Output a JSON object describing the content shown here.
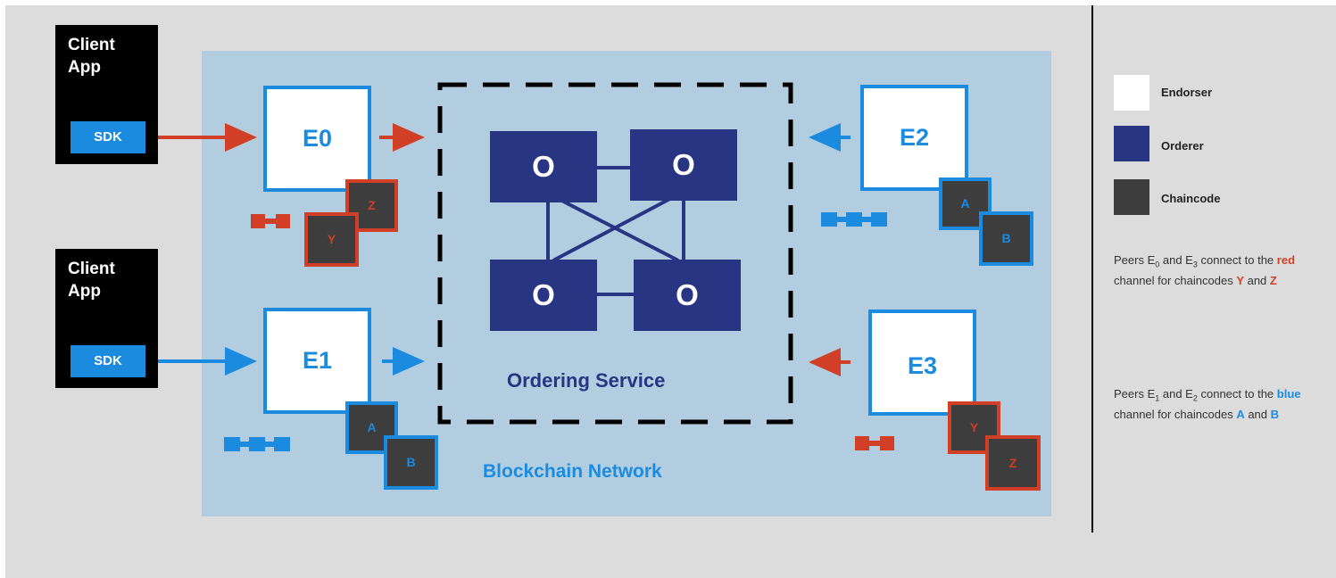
{
  "clients": [
    {
      "title": "Client\nApp",
      "sdk": "SDK"
    },
    {
      "title": "Client\nApp",
      "sdk": "SDK"
    }
  ],
  "peers": {
    "e0": "E0",
    "e1": "E1",
    "e2": "E2",
    "e3": "E3"
  },
  "chaincodes": {
    "e0_z": "Z",
    "e0_y": "Y",
    "e1_a": "A",
    "e1_b": "B",
    "e2_a": "A",
    "e2_b": "B",
    "e3_y": "Y",
    "e3_z": "Z"
  },
  "orderers": [
    "O",
    "O",
    "O",
    "O"
  ],
  "ordering_service_label": "Ordering Service",
  "network_label": "Blockchain Network",
  "legend": {
    "endorser": "Endorser",
    "orderer": "Orderer",
    "chaincode": "Chaincode"
  },
  "notes": {
    "red": {
      "prefix": "Peers E",
      "sub1": "0",
      "mid": " and E",
      "sub2": "3",
      "after": " connect to the ",
      "channel": "red",
      "tail": " channel for chaincodes ",
      "cc1": "Y",
      "and": " and ",
      "cc2": "Z"
    },
    "blue": {
      "prefix": "Peers E",
      "sub1": "1",
      "mid": " and E",
      "sub2": "2",
      "after": " connect to the ",
      "channel": "blue",
      "tail": " channel for chaincodes ",
      "cc1": "A",
      "and": " and ",
      "cc2": "B"
    }
  },
  "colors": {
    "red": "#d23f27",
    "blue": "#1b8be0",
    "orderer": "#283583",
    "chaincode": "#3d3d3d",
    "network": "#b3cde0"
  }
}
